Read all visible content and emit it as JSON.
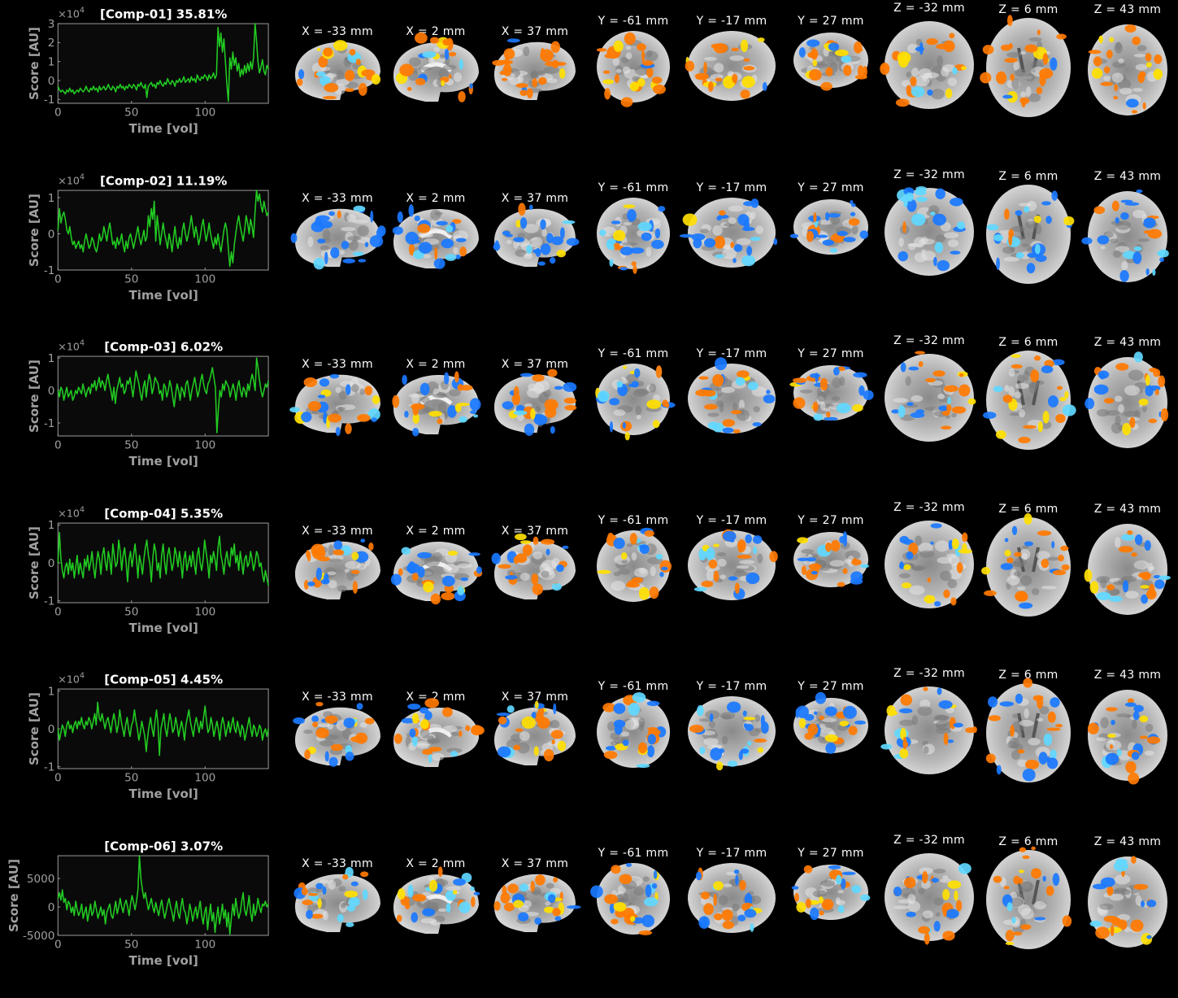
{
  "axis": {
    "xlabel": "Time [vol]",
    "ylabel": "Score [AU]",
    "exponent_label": "×10",
    "exponent_power": "4"
  },
  "slice_labels": [
    "X = -33 mm",
    "X = 2 mm",
    "X = 37 mm",
    "Y = -61 mm",
    "Y = -17 mm",
    "Y = 27 mm",
    "Z = -32 mm",
    "Z = 6 mm",
    "Z = 43 mm"
  ],
  "colors": {
    "trace": "#22cc22",
    "hot": "#ff7a00",
    "hot_peak": "#ffe000",
    "cold": "#1a78ff",
    "cold_peak": "#5fd8ff"
  },
  "chart_data": [
    {
      "type": "line",
      "title": "[Comp-01] 35.81%",
      "show_exponent": true,
      "xlim": [
        0,
        143
      ],
      "ylim": [
        -1.2,
        3
      ],
      "xticks": [
        {
          "v": 0,
          "label": "0"
        },
        {
          "v": 50,
          "label": "50"
        },
        {
          "v": 100,
          "label": "100"
        }
      ],
      "yticks": [
        {
          "v": -1,
          "label": "-1"
        },
        {
          "v": 0,
          "label": "0"
        },
        {
          "v": 1,
          "label": "1"
        },
        {
          "v": 2,
          "label": "2"
        },
        {
          "v": 3,
          "label": "3"
        }
      ],
      "series": [
        {
          "values": [
            -0.3,
            -0.5,
            -0.6,
            -0.5,
            -0.6,
            -0.7,
            -0.5,
            -0.6,
            -0.4,
            -0.6,
            -0.5,
            -0.7,
            -0.6,
            -0.5,
            -0.6,
            -0.4,
            -0.5,
            -0.6,
            -0.5,
            -0.3,
            -0.5,
            -0.6,
            -0.4,
            -0.5,
            -0.3,
            -0.5,
            -0.4,
            -0.6,
            -0.3,
            -0.5,
            -0.4,
            -0.3,
            -0.5,
            -0.4,
            -0.2,
            -0.4,
            -0.5,
            -0.3,
            -0.4,
            -0.6,
            -0.3,
            -0.4,
            -0.2,
            -0.4,
            -0.3,
            -0.5,
            -0.3,
            -0.4,
            -0.2,
            -0.3,
            -0.4,
            -0.2,
            -0.3,
            -0.5,
            -0.2,
            -0.3,
            -0.1,
            -0.3,
            -0.4,
            -0.2,
            -0.9,
            -0.3,
            -0.2,
            -0.1,
            -0.3,
            -0.2,
            -0.4,
            -0.1,
            -0.2,
            0.0,
            -0.2,
            -0.3,
            -0.1,
            -0.2,
            0.1,
            -0.1,
            -0.2,
            0.0,
            -0.1,
            -0.3,
            0.0,
            -0.1,
            0.1,
            -0.1,
            0.0,
            0.2,
            -0.1,
            0.0,
            0.1,
            -0.1,
            0.2,
            0.0,
            0.1,
            -0.1,
            0.3,
            0.1,
            0.0,
            0.2,
            0.1,
            0.3,
            0.2,
            0.0,
            0.3,
            0.1,
            0.2,
            0.4,
            0.1,
            0.3,
            2.8,
            1.8,
            2.5,
            1.5,
            2.2,
            1.0,
            -0.2,
            -1.1,
            1.2,
            0.6,
            1.5,
            0.8,
            1.2,
            0.5,
            0.9,
            0.2,
            0.6,
            0.3,
            0.8,
            0.4,
            0.9,
            0.5,
            1.0,
            0.6,
            1.2,
            3.0,
            2.1,
            1.0,
            0.4,
            0.7,
            1.1,
            0.5,
            0.3,
            0.8,
            0.6
          ]
        }
      ]
    },
    {
      "type": "line",
      "title": "[Comp-02] 11.19%",
      "show_exponent": true,
      "xlim": [
        0,
        143
      ],
      "ylim": [
        -1,
        1.2
      ],
      "xticks": [
        {
          "v": 0,
          "label": "0"
        },
        {
          "v": 50,
          "label": "50"
        },
        {
          "v": 100,
          "label": "100"
        }
      ],
      "yticks": [
        {
          "v": -1,
          "label": "-1"
        },
        {
          "v": 0,
          "label": "0"
        },
        {
          "v": 1,
          "label": "1"
        }
      ],
      "series": [
        {
          "values": [
            0.1,
            0.7,
            0.3,
            0.5,
            0.6,
            0.4,
            0.1,
            0.0,
            0.2,
            -0.1,
            -0.3,
            -0.2,
            -0.4,
            -0.3,
            -0.2,
            -0.4,
            -0.3,
            -0.5,
            -0.2,
            0.0,
            -0.2,
            -0.4,
            -0.3,
            -0.1,
            -0.2,
            -0.4,
            -0.5,
            -0.3,
            0.0,
            -0.2,
            -0.1,
            0.2,
            0.0,
            -0.2,
            0.1,
            0.3,
            0.0,
            -0.3,
            -0.2,
            -0.4,
            -0.1,
            -0.3,
            -0.2,
            0.0,
            -0.3,
            -0.5,
            -0.2,
            -0.4,
            -0.1,
            0.0,
            -0.2,
            -0.4,
            -0.2,
            0.0,
            0.2,
            -0.1,
            -0.3,
            -0.1,
            0.1,
            -0.2,
            -0.1,
            0.5,
            0.2,
            0.7,
            0.4,
            0.9,
            -0.2,
            0.5,
            0.1,
            -0.3,
            0.0,
            0.3,
            0.0,
            -0.2,
            -0.4,
            0.0,
            -0.2,
            -0.5,
            -0.1,
            0.2,
            -0.2,
            -0.4,
            -0.1,
            -0.3,
            0.1,
            0.3,
            0.0,
            -0.2,
            0.0,
            0.2,
            0.5,
            0.2,
            -0.1,
            0.2,
            0.0,
            -0.3,
            -0.1,
            0.2,
            0.4,
            0.1,
            -0.2,
            0.0,
            0.3,
            0.0,
            -0.2,
            -0.4,
            -0.1,
            -0.3,
            0.0,
            -0.3,
            -0.5,
            -0.2,
            0.1,
            0.3,
            0.1,
            -0.4,
            -0.9,
            -0.5,
            -0.8,
            -0.3,
            0.0,
            0.3,
            0.5,
            0.2,
            0.0,
            -0.2,
            0.1,
            0.5,
            0.3,
            0.0,
            0.4,
            0.2,
            -0.1,
            0.6,
            1.2,
            0.9,
            1.1,
            0.8,
            0.6,
            0.9,
            0.7,
            0.5,
            0.6
          ]
        }
      ]
    },
    {
      "type": "line",
      "title": "[Comp-03] 6.02%",
      "show_exponent": true,
      "xlim": [
        0,
        143
      ],
      "ylim": [
        -1.4,
        1.05
      ],
      "xticks": [
        {
          "v": 0,
          "label": "0"
        },
        {
          "v": 50,
          "label": "50"
        },
        {
          "v": 100,
          "label": "100"
        }
      ],
      "yticks": [
        {
          "v": -1,
          "label": "-1"
        },
        {
          "v": 0,
          "label": "0"
        },
        {
          "v": 1,
          "label": "1"
        }
      ],
      "series": [
        {
          "values": [
            0.0,
            -0.2,
            0.1,
            0.0,
            -0.3,
            -0.1,
            0.1,
            -0.2,
            -0.1,
            0.0,
            -0.3,
            -0.2,
            0.0,
            -0.1,
            0.1,
            0.0,
            -0.1,
            0.2,
            0.0,
            -0.2,
            0.0,
            0.1,
            -0.1,
            0.2,
            0.1,
            0.3,
            0.0,
            0.2,
            0.4,
            0.1,
            0.3,
            0.2,
            0.0,
            0.3,
            0.5,
            0.2,
            0.0,
            -0.3,
            0.1,
            -0.4,
            0.0,
            0.2,
            0.4,
            0.1,
            0.2,
            -0.1,
            0.0,
            0.3,
            0.2,
            0.4,
            0.1,
            -0.2,
            0.2,
            0.6,
            0.4,
            0.2,
            -0.1,
            -0.3,
            0.1,
            0.3,
            -0.2,
            0.2,
            0.5,
            0.3,
            -0.1,
            0.1,
            0.4,
            0.3,
            0.2,
            -0.1,
            0.0,
            -0.3,
            0.2,
            0.1,
            -0.2,
            0.0,
            0.3,
            0.1,
            -0.2,
            -0.5,
            -0.1,
            0.2,
            0.0,
            -0.3,
            0.1,
            0.0,
            -0.2,
            0.2,
            0.3,
            0.0,
            -0.3,
            0.0,
            0.2,
            0.4,
            0.1,
            -0.2,
            0.0,
            0.3,
            0.5,
            0.2,
            0.0,
            -0.1,
            0.2,
            0.3,
            0.5,
            0.7,
            0.4,
            0.1,
            -1.3,
            -0.6,
            0.0,
            -0.2,
            0.2,
            0.0,
            0.3,
            0.2,
            0.1,
            -0.2,
            0.0,
            0.2,
            0.0,
            -0.3,
            0.1,
            0.3,
            0.0,
            -0.2,
            0.1,
            0.0,
            -0.2,
            0.2,
            0.0,
            0.3,
            0.5,
            0.3,
            0.0,
            1.0,
            0.7,
            0.3,
            0.0,
            -0.2,
            0.0,
            0.2,
            0.1,
            0.3
          ]
        }
      ]
    },
    {
      "type": "line",
      "title": "[Comp-04] 5.35%",
      "show_exponent": true,
      "xlim": [
        0,
        143
      ],
      "ylim": [
        -1.05,
        1.05
      ],
      "xticks": [
        {
          "v": 0,
          "label": "0"
        },
        {
          "v": 50,
          "label": "50"
        },
        {
          "v": 100,
          "label": "100"
        }
      ],
      "yticks": [
        {
          "v": -1,
          "label": "-1"
        },
        {
          "v": 0,
          "label": "0"
        },
        {
          "v": 1,
          "label": "1"
        }
      ],
      "series": [
        {
          "values": [
            0.0,
            0.8,
            0.1,
            -0.2,
            -0.4,
            -0.1,
            0.0,
            -0.3,
            0.1,
            -0.2,
            0.0,
            -0.4,
            -0.1,
            0.2,
            -0.3,
            0.0,
            -0.2,
            -0.4,
            0.1,
            -0.1,
            0.2,
            -0.2,
            0.0,
            0.3,
            -0.1,
            -0.4,
            0.0,
            0.3,
            0.1,
            -0.3,
            0.2,
            0.4,
            0.0,
            -0.2,
            0.3,
            0.1,
            -0.3,
            0.5,
            0.2,
            -0.1,
            0.0,
            0.6,
            0.3,
            -0.2,
            0.2,
            0.4,
            0.0,
            -0.5,
            0.1,
            0.3,
            -0.1,
            0.2,
            0.5,
            0.1,
            -0.4,
            0.2,
            0.0,
            -0.3,
            0.1,
            0.4,
            0.6,
            0.2,
            0.0,
            -0.5,
            0.1,
            0.5,
            0.3,
            -0.2,
            0.0,
            -0.4,
            0.2,
            0.5,
            0.0,
            -0.3,
            0.2,
            0.4,
            0.1,
            -0.2,
            0.0,
            0.4,
            0.2,
            -0.1,
            0.3,
            0.0,
            -0.4,
            0.1,
            0.3,
            -0.2,
            0.0,
            0.2,
            -0.1,
            0.3,
            0.0,
            -0.3,
            0.2,
            0.4,
            0.0,
            -0.2,
            0.1,
            0.6,
            0.3,
            0.0,
            -0.4,
            0.2,
            0.0,
            0.3,
            0.1,
            -0.2,
            0.4,
            0.7,
            0.2,
            0.0,
            -0.3,
            0.1,
            0.3,
            0.0,
            -0.1,
            0.4,
            0.2,
            0.5,
            0.0,
            0.2,
            -0.2,
            0.3,
            0.0,
            -0.3,
            0.1,
            0.2,
            -0.1,
            0.0,
            0.3,
            0.1,
            -0.2,
            0.0,
            0.3,
            0.2,
            -0.1,
            0.0,
            -0.3,
            -0.5,
            -0.2,
            -0.4,
            -0.6
          ]
        }
      ]
    },
    {
      "type": "line",
      "title": "[Comp-05] 4.45%",
      "show_exponent": true,
      "xlim": [
        0,
        143
      ],
      "ylim": [
        -1.05,
        1.05
      ],
      "xticks": [
        {
          "v": 0,
          "label": "0"
        },
        {
          "v": 50,
          "label": "50"
        },
        {
          "v": 100,
          "label": "100"
        }
      ],
      "yticks": [
        {
          "v": -1,
          "label": "-1"
        },
        {
          "v": 0,
          "label": "0"
        },
        {
          "v": 1,
          "label": "1"
        }
      ],
      "series": [
        {
          "values": [
            0.0,
            -0.3,
            -0.1,
            0.1,
            0.0,
            -0.2,
            0.1,
            0.2,
            0.0,
            0.1,
            -0.1,
            0.1,
            0.2,
            0.0,
            0.2,
            0.1,
            0.3,
            0.1,
            0.0,
            0.2,
            0.1,
            0.3,
            0.2,
            0.0,
            0.2,
            0.4,
            0.1,
            0.7,
            0.3,
            0.2,
            0.4,
            0.2,
            0.0,
            0.2,
            0.3,
            0.1,
            -0.1,
            0.2,
            0.4,
            0.2,
            -0.1,
            0.1,
            0.5,
            0.2,
            0.0,
            -0.2,
            0.1,
            0.3,
            0.0,
            -0.2,
            0.1,
            0.2,
            0.5,
            0.2,
            0.0,
            -0.3,
            -0.1,
            0.2,
            0.0,
            -0.2,
            -0.6,
            -0.2,
            0.1,
            0.3,
            0.0,
            -0.2,
            0.2,
            0.5,
            0.1,
            -0.7,
            0.0,
            0.2,
            0.4,
            0.0,
            -0.2,
            0.1,
            0.4,
            0.2,
            -0.1,
            0.0,
            0.3,
            0.1,
            -0.2,
            0.0,
            0.2,
            0.0,
            -0.3,
            0.1,
            0.3,
            0.5,
            0.2,
            0.0,
            -0.2,
            0.1,
            0.3,
            0.1,
            -0.1,
            0.2,
            0.0,
            0.3,
            0.6,
            0.2,
            -0.1,
            0.0,
            0.3,
            0.1,
            -0.2,
            0.0,
            0.2,
            0.0,
            -0.3,
            0.1,
            0.3,
            0.1,
            -0.2,
            0.0,
            0.2,
            -0.1,
            0.1,
            0.3,
            0.0,
            -0.1,
            0.2,
            0.0,
            -0.2,
            0.1,
            0.0,
            -0.3,
            -0.1,
            0.1,
            0.3,
            0.0,
            -0.2,
            0.1,
            0.0,
            -0.2,
            -0.1,
            0.1,
            0.0,
            -0.3,
            -0.1,
            0.0,
            -0.2,
            0.0
          ]
        }
      ]
    },
    {
      "type": "line",
      "title": "[Comp-06] 3.07%",
      "show_exponent": false,
      "xlim": [
        0,
        143
      ],
      "ylim": [
        -5000,
        9000
      ],
      "xticks": [
        {
          "v": 0,
          "label": "0"
        },
        {
          "v": 50,
          "label": "50"
        },
        {
          "v": 100,
          "label": "100"
        }
      ],
      "yticks": [
        {
          "v": -5000,
          "label": "-5000"
        },
        {
          "v": 0,
          "label": "0"
        },
        {
          "v": 5000,
          "label": "5000"
        }
      ],
      "series": [
        {
          "values": [
            1500,
            2500,
            1200,
            3000,
            800,
            1500,
            -500,
            1000,
            500,
            -1000,
            0,
            -1500,
            1000,
            -500,
            -1500,
            -800,
            500,
            -2000,
            -1000,
            0,
            -2500,
            -1000,
            500,
            -1500,
            -800,
            1000,
            -500,
            -2000,
            -1000,
            0,
            -1500,
            -500,
            -3000,
            -1000,
            -200,
            500,
            -1500,
            -2000,
            -500,
            1000,
            -1200,
            0,
            1500,
            0,
            -1000,
            500,
            1200,
            0,
            -1500,
            500,
            2000,
            800,
            -500,
            1000,
            3000,
            9000,
            5000,
            3000,
            1500,
            2500,
            1000,
            -500,
            500,
            1500,
            0,
            -1000,
            800,
            -500,
            -1500,
            0,
            1200,
            -500,
            -2000,
            -800,
            500,
            1500,
            0,
            -1000,
            -2500,
            -500,
            1000,
            -1000,
            -2000,
            0,
            1500,
            -500,
            -1000,
            -3000,
            -1500,
            500,
            -800,
            -2500,
            -1000,
            0,
            -2000,
            -500,
            1000,
            -1500,
            -3000,
            -1000,
            0,
            -4000,
            -1500,
            500,
            -2500,
            -1000,
            -4500,
            -2000,
            0,
            -3000,
            -1500,
            500,
            -2000,
            -500,
            -3500,
            -1000,
            -4800,
            -2000,
            500,
            -1500,
            1500,
            -500,
            -2000,
            -1000,
            1000,
            2500,
            -500,
            -1500,
            0,
            2000,
            -1000,
            -2500,
            500,
            -1500,
            -500,
            1500,
            0,
            -1000,
            500,
            200,
            1000,
            0,
            500
          ]
        }
      ]
    }
  ]
}
